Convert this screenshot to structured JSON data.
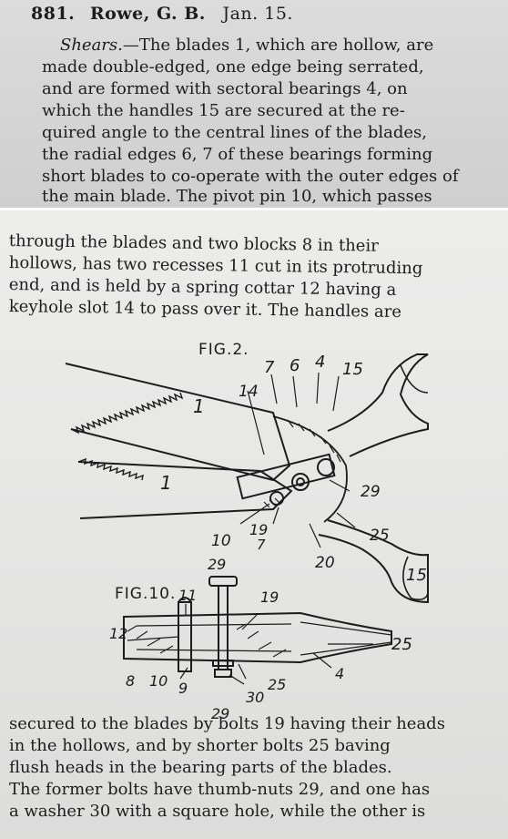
{
  "entry": {
    "number": "881.",
    "name": "Rowe, G. B.",
    "date": "Jan. 15."
  },
  "top_lines": [
    " ",
    "made double-edged, one edge being serrated,",
    "and are formed with sectoral bearings 4, on",
    "which the handles 15 are secured at the re-",
    "quired angle to the central lines of the blades,",
    "the radial edges 6, 7 of these bearings forming",
    "short blades to co-operate with the outer edges of",
    "the main blade. The pivot pin 10, which passes"
  ],
  "first_line": {
    "italic": "Shears.",
    "rest": "—The blades 1, which are hollow, are"
  },
  "middle_lines": [
    "through the blades and two blocks 8 in their",
    "hollows, has two recesses 11 cut in its protruding",
    "end, and is held by a spring cottar 12 having a",
    "keyhole slot 14 to pass over it. The handles are"
  ],
  "bottom_lines": [
    "secured to the blades by bolts 19 having their heads",
    "in the hollows, and by shorter bolts 25 baving",
    "flush heads in the bearing parts of the blades.",
    "The former bolts have thumb-nuts 29, and one has",
    "a washer 30 with a square hole, while the other is"
  ],
  "fig2": {
    "title": "FIG.2.",
    "labels": [
      "1",
      "1",
      "7",
      "6",
      "4",
      "15",
      "14",
      "29",
      "25",
      "10",
      "19",
      "7",
      "20",
      "15"
    ]
  },
  "fig10": {
    "title": "FIG.10.",
    "labels": [
      "29",
      "11",
      "19",
      "12",
      "25",
      "8",
      "10",
      "9",
      "25",
      "4",
      "30",
      "29"
    ]
  }
}
